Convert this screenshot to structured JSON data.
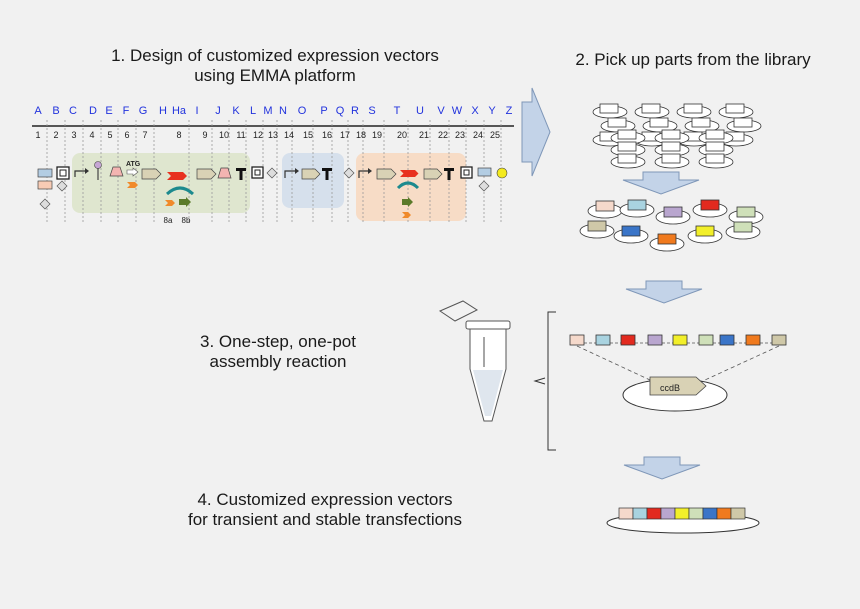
{
  "step1": {
    "line1": "1. Design of customized expression vectors",
    "line2": "using EMMA platform"
  },
  "step2": {
    "label": "2. Pick up parts from the library"
  },
  "step3": {
    "line1": "3. One-step, one-pot",
    "line2": "assembly reaction"
  },
  "step4": {
    "line1": "4. Customized expression vectors",
    "line2": "for transient and stable transfections"
  },
  "design": {
    "letters": [
      "A",
      "B",
      "C",
      "D",
      "E",
      "F",
      "G",
      "H",
      "Ha",
      "I",
      "J",
      "K",
      "L",
      "M",
      "N",
      "O",
      "P",
      "Q",
      "R",
      "S",
      "T",
      "U",
      "V",
      "W",
      "X",
      "Y",
      "Z"
    ],
    "numbers": [
      "1",
      "2",
      "3",
      "4",
      "5",
      "6",
      "7",
      "8",
      "9",
      "10",
      "11",
      "12",
      "13",
      "14",
      "15",
      "16",
      "17",
      "18",
      "19",
      "20",
      "21",
      "22",
      "23",
      "24",
      "25"
    ],
    "atg_label": "ATG",
    "sublabels": [
      "8a",
      "8b"
    ]
  },
  "assembly": {
    "ccdb_label": "ccdB"
  },
  "colors": {
    "letter": "#2233dd",
    "arrow_fill": "#c3d3e8",
    "arrow_stroke": "#7f97b8",
    "green_region": "#dfe6cf",
    "blue_region": "#d6e0ec",
    "orange_region": "#f7dcc6",
    "part_colors": [
      "#f5d9cb",
      "#a9d3e0",
      "#e22a1f",
      "#b9a6cf",
      "#f2ef2a",
      "#cfe0b9",
      "#3a75c8",
      "#f07a1e",
      "#cfc8a8"
    ]
  }
}
